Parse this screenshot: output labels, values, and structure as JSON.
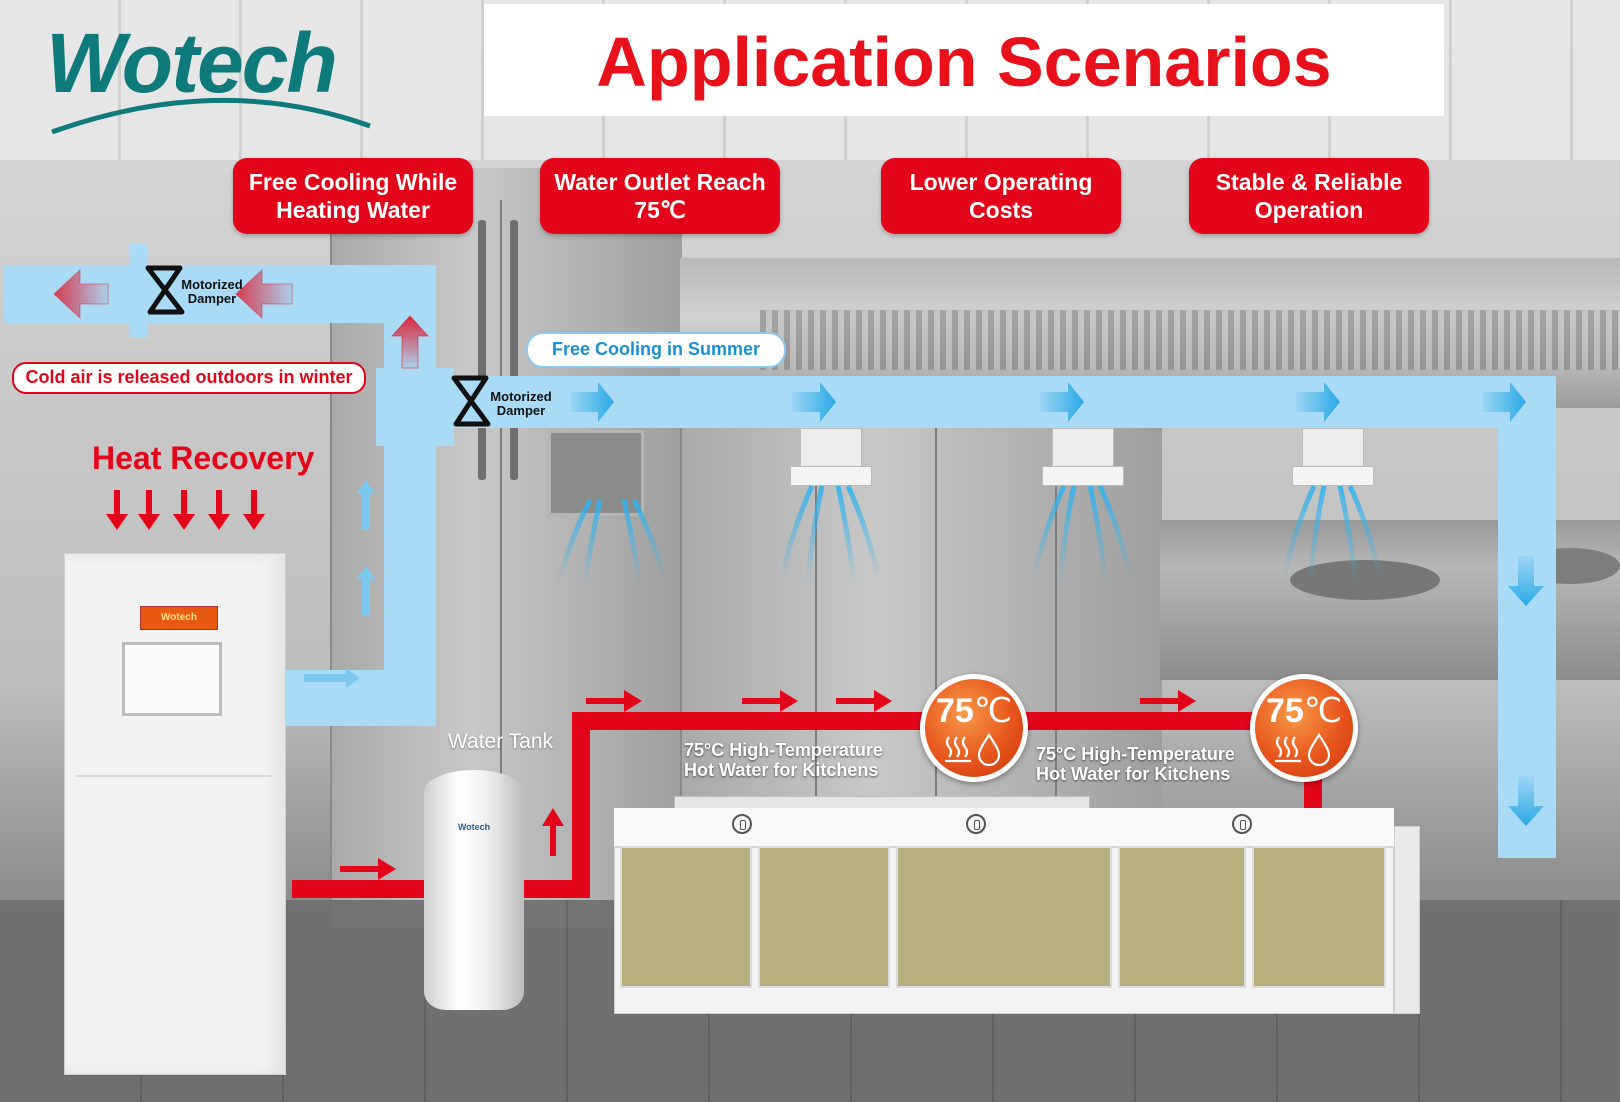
{
  "header": {
    "title": "Application Scenarios",
    "logo_text": "Wotech"
  },
  "features": [
    {
      "line1": "Free Cooling While",
      "line2": "Heating Water"
    },
    {
      "line1": "Water Outlet Reach",
      "line2": "75℃"
    },
    {
      "line1": "Lower Operating",
      "line2": "Costs"
    },
    {
      "line1": "Stable & Reliable",
      "line2": "Operation"
    }
  ],
  "dampers": [
    {
      "line1": "Motorized",
      "line2": "Damper"
    },
    {
      "line1": "Motorized",
      "line2": "Damper"
    }
  ],
  "notes": {
    "winter": "Cold air is released outdoors in winter",
    "summer": "Free Cooling in Summer",
    "heat_recovery": "Heat Recovery",
    "water_tank": "Water Tank"
  },
  "hot_water": [
    {
      "line1": "75°C High-Temperature",
      "line2": "Hot Water for Kitchens"
    },
    {
      "line1": "75°C High-Temperature",
      "line2": "Hot Water for Kitchens"
    }
  ],
  "temp_badges": [
    {
      "value": "75",
      "unit": "℃"
    },
    {
      "value": "75",
      "unit": "℃"
    }
  ],
  "unit_badge": "Wotech",
  "colors": {
    "accent_red": "#e3061a",
    "title_red": "#e8101b",
    "duct_blue": "#a9dbf6",
    "arrow_blue": "#2aa9e6",
    "logo_teal": "#0f7a7c"
  }
}
